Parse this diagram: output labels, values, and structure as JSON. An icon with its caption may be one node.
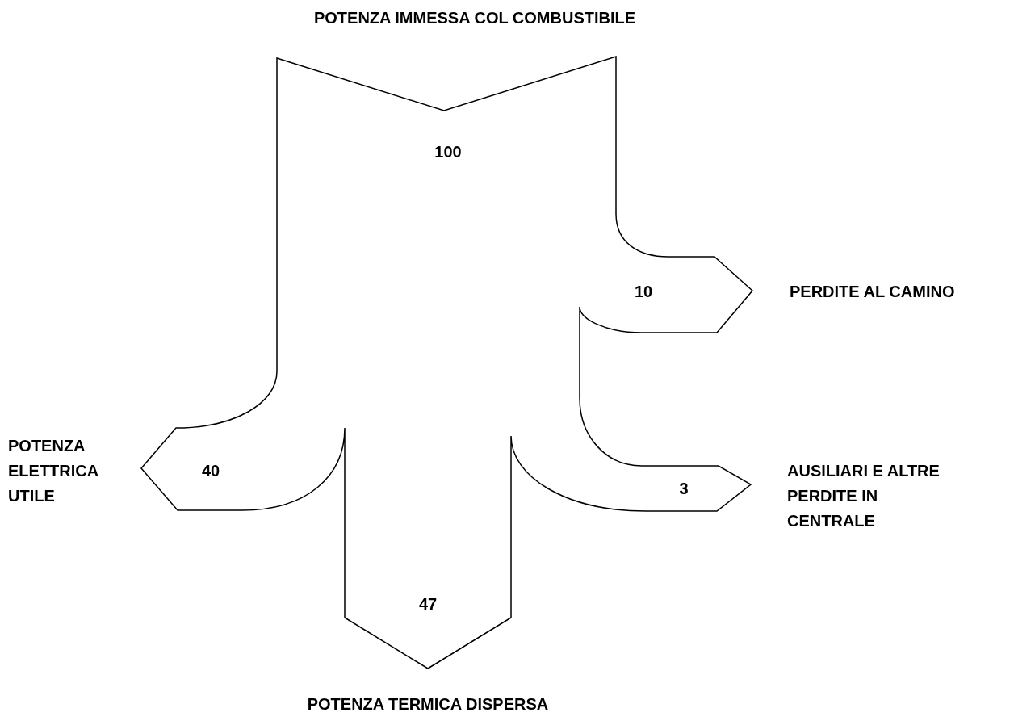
{
  "diagram": {
    "labels": [
      "POTENZA IMMESSA COL COMBUSTIBILE",
      "100",
      "10",
      "PERDITE AL CAMINO",
      "POTENZA ELETTRICA UTILE",
      "40",
      "3",
      "AUSILIARI E ALTRE PERDITE IN CENTRALE",
      "47",
      "POTENZA TERMICA DISPERSA"
    ]
  }
}
